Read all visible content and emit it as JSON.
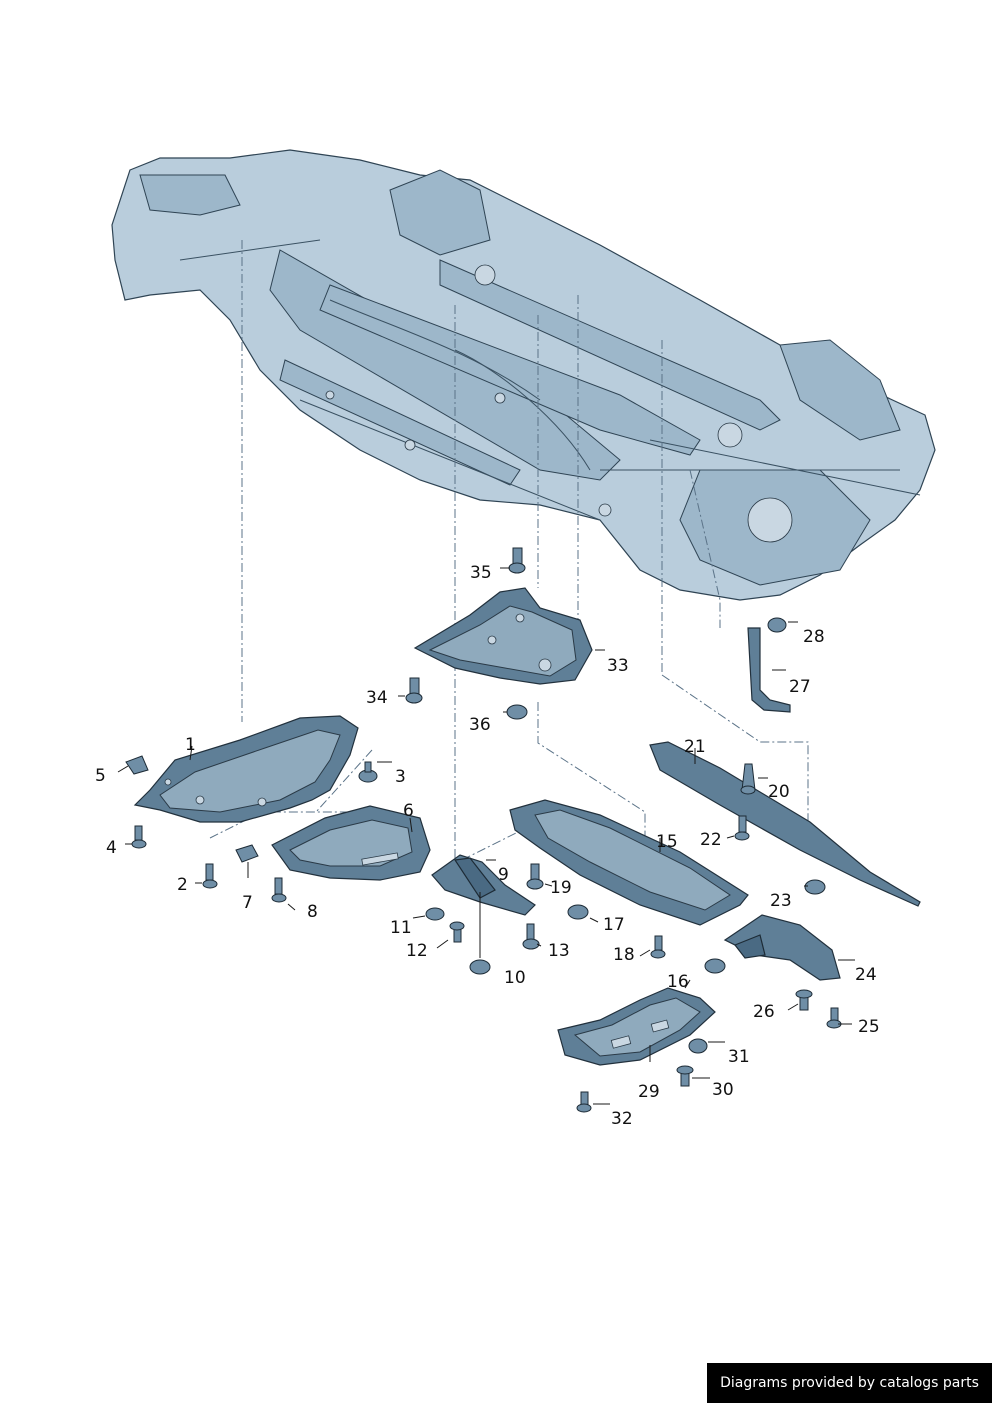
{
  "diagram": {
    "credit": "Diagrams provided by catalogs parts",
    "callouts": [
      "1",
      "2",
      "3",
      "4",
      "5",
      "6",
      "7",
      "8",
      "9",
      "10",
      "11",
      "12",
      "13",
      "15",
      "16",
      "17",
      "18",
      "19",
      "20",
      "21",
      "22",
      "23",
      "24",
      "25",
      "26",
      "27",
      "28",
      "29",
      "30",
      "31",
      "32",
      "33",
      "34",
      "35",
      "36"
    ],
    "colors": {
      "part": "#5f7f97",
      "body": "#b9cddc",
      "outline": "#22313d",
      "credit_bg": "#000000"
    }
  }
}
